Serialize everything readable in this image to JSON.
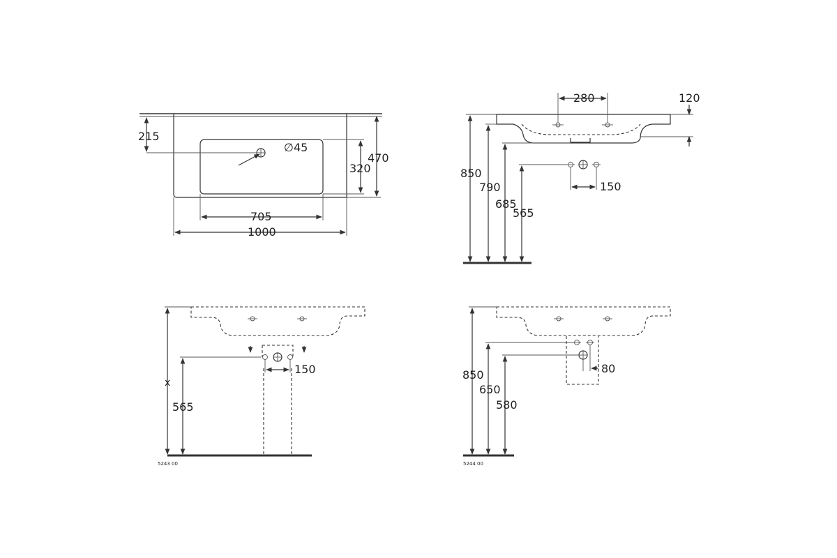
{
  "plan_view": {
    "dim_215": "215",
    "dim_hole": "∅45",
    "dim_320": "320",
    "dim_470": "470",
    "dim_705": "705",
    "dim_1000": "1000"
  },
  "side_view": {
    "dim_280": "280",
    "dim_120": "120",
    "dim_850": "850",
    "dim_790": "790",
    "dim_685": "685",
    "dim_565": "565",
    "dim_150": "150"
  },
  "front_pedestal": {
    "dim_x": "x",
    "dim_565": "565",
    "dim_150": "150",
    "code": "5243 00"
  },
  "front_siphon": {
    "dim_850": "850",
    "dim_650": "650",
    "dim_580": "580",
    "dim_80": "80",
    "code": "5244 00"
  }
}
